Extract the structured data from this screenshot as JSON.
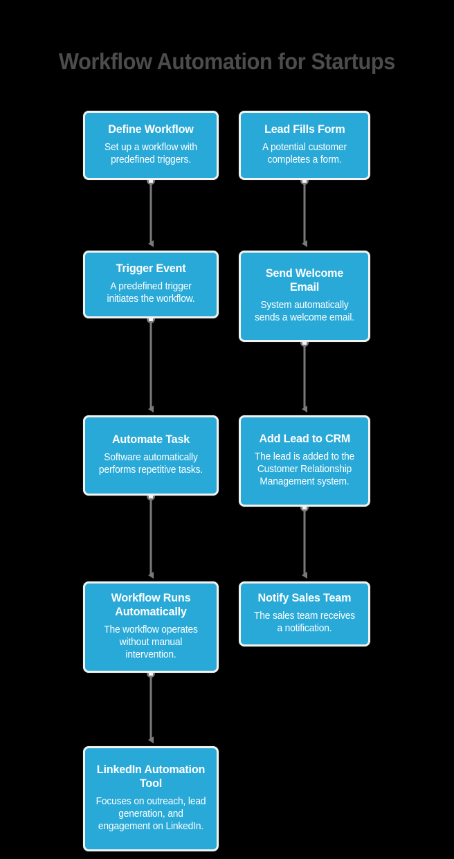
{
  "page": {
    "title": "Workflow Automation for Startups",
    "background_color": "#000000",
    "title_color": "#4c4c4c",
    "node_fill_color": "#29a9d8",
    "node_border_color": "#f2f2f2",
    "node_text_color": "#ffffff",
    "edge_color": "#7a7a7a"
  },
  "diagram_data": {
    "type": "flowchart",
    "orientation": "top-to-bottom",
    "columns": 2,
    "nodes": [
      {
        "id": "define-workflow",
        "column": "left",
        "row": 1,
        "title": "Define Workflow",
        "description": "Set up a workflow with predefined triggers."
      },
      {
        "id": "lead-fills-form",
        "column": "right",
        "row": 1,
        "title": "Lead Fills Form",
        "description": "A potential customer completes a form."
      },
      {
        "id": "trigger-event",
        "column": "left",
        "row": 2,
        "title": "Trigger Event",
        "description": "A predefined trigger initiates the workflow."
      },
      {
        "id": "send-welcome-email",
        "column": "right",
        "row": 2,
        "title": "Send Welcome Email",
        "description": "System automatically sends a welcome email."
      },
      {
        "id": "automate-task",
        "column": "left",
        "row": 3,
        "title": "Automate Task",
        "description": "Software automatically performs repetitive tasks."
      },
      {
        "id": "add-lead-to-crm",
        "column": "right",
        "row": 3,
        "title": "Add Lead to CRM",
        "description": "The lead is added to the Customer Relationship Management system."
      },
      {
        "id": "workflow-runs-automatically",
        "column": "left",
        "row": 4,
        "title": "Workflow Runs Automatically",
        "description": "The workflow operates without manual intervention."
      },
      {
        "id": "notify-sales-team",
        "column": "right",
        "row": 4,
        "title": "Notify Sales Team",
        "description": "The sales team receives a notification."
      },
      {
        "id": "linkedin-automation-tool",
        "column": "left",
        "row": 5,
        "title": "LinkedIn Automation Tool",
        "description": "Focuses on outreach, lead generation, and engagement on LinkedIn."
      }
    ],
    "edges": [
      {
        "from": "define-workflow",
        "to": "trigger-event"
      },
      {
        "from": "lead-fills-form",
        "to": "send-welcome-email"
      },
      {
        "from": "trigger-event",
        "to": "automate-task"
      },
      {
        "from": "send-welcome-email",
        "to": "add-lead-to-crm"
      },
      {
        "from": "automate-task",
        "to": "workflow-runs-automatically"
      },
      {
        "from": "add-lead-to-crm",
        "to": "notify-sales-team"
      },
      {
        "from": "workflow-runs-automatically",
        "to": "linkedin-automation-tool"
      }
    ]
  }
}
